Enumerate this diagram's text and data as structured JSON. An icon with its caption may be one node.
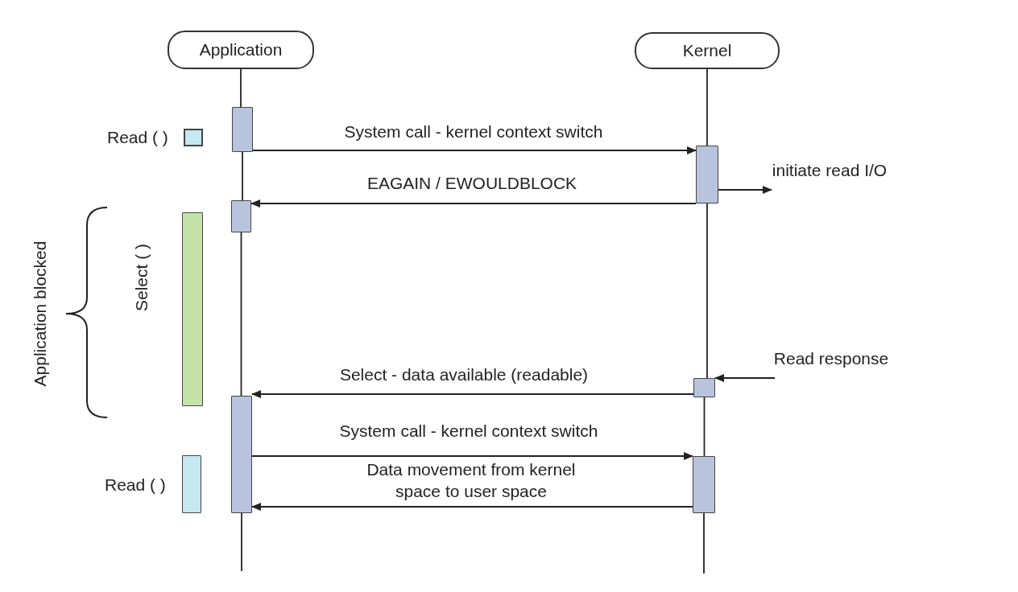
{
  "diagram": {
    "nodes": [
      {
        "text": [
          "Application"
        ]
      },
      {
        "text": [
          "Kernel"
        ]
      },
      {
        "text": [],
        "shape": "box",
        "beside": [
          "Read ( )"
        ]
      },
      {
        "text": [],
        "shape": "bar"
      },
      {
        "text": [],
        "shape": "bar"
      },
      {
        "text": [],
        "shape": "bar"
      },
      {
        "text": [],
        "shape": "bar",
        "beside": [
          "Select ( )"
        ]
      },
      {
        "text": [],
        "shape": "bar"
      },
      {
        "text": [],
        "shape": "bar"
      },
      {
        "text": [],
        "shape": "bar",
        "beside": [
          "Read ( )"
        ]
      },
      {
        "text": [],
        "shape": "bar"
      }
    ],
    "edges": [
      {
        "from": 0,
        "to": 3,
        "arrow": "none"
      },
      {
        "from": 3,
        "to": 5,
        "arrow": "none"
      },
      {
        "from": 5,
        "to": 8,
        "arrow": "none"
      },
      {
        "from": 8,
        "to": null,
        "arrow": "none"
      },
      {
        "from": 1,
        "to": 4,
        "arrow": "none"
      },
      {
        "from": 4,
        "to": 7,
        "arrow": "none"
      },
      {
        "from": 7,
        "to": 10,
        "arrow": "none"
      },
      {
        "from": 10,
        "to": null,
        "arrow": "none"
      },
      {
        "from": 3,
        "to": 4,
        "arrow": "to",
        "label": "System call - kernel context switch"
      },
      {
        "from": 4,
        "to": 5,
        "arrow": "to",
        "label": "EAGAIN / EWOULDBLOCK"
      },
      {
        "from": 4,
        "to": null,
        "arrow": "to",
        "label": "initiate read I/O"
      },
      {
        "from": null,
        "to": 7,
        "arrow": "to",
        "label": "Read response"
      },
      {
        "from": 7,
        "to": 8,
        "arrow": "to",
        "label": "Select - data available (readable)"
      },
      {
        "from": 8,
        "to": 10,
        "arrow": "to",
        "label": "System call - kernel context switch"
      },
      {
        "from": 10,
        "to": 8,
        "arrow": "to",
        "label": "Data movement from kernel space to user space"
      }
    ],
    "labels": [
      "Application blocked"
    ]
  }
}
